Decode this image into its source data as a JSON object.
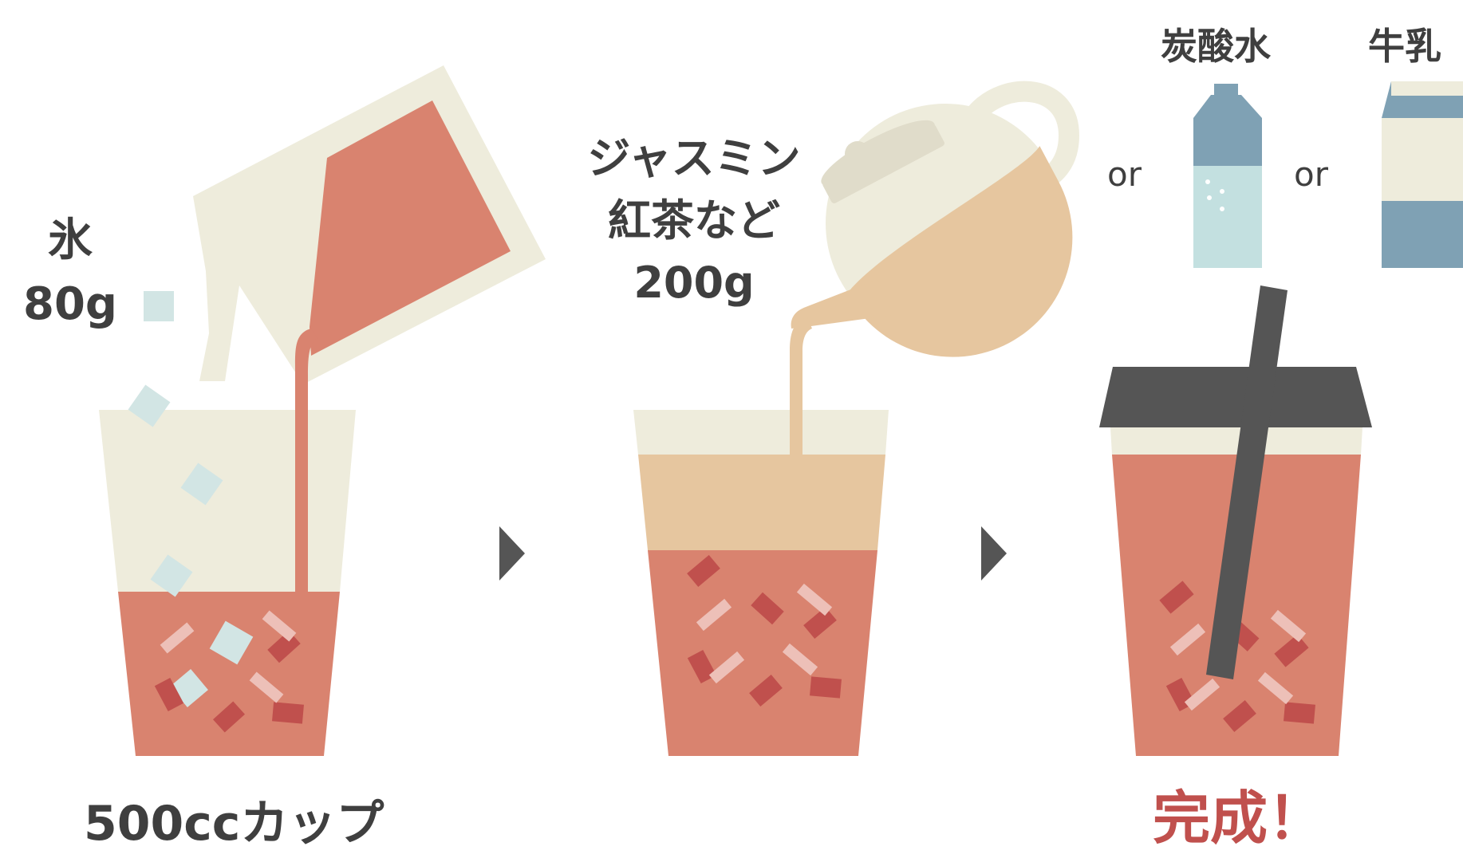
{
  "colors": {
    "cream": "#eeecdc",
    "tea": "#d9836f",
    "tea_dark": "#c0504d",
    "tea_light": "#edc0b8",
    "ice": "#d2e5e4",
    "brew": "#e6c69f",
    "lid": "#555555",
    "soda_cap": "#7fa1b4",
    "soda_body": "#c3e0e0",
    "milk_blue": "#7fa1b4",
    "milk_cream": "#eeecdc",
    "text": "#3f3f3f",
    "accent": "#c0504d"
  },
  "step1": {
    "ice_label": "氷",
    "ice_amount": "80g",
    "cup_label": "500ccカップ"
  },
  "step2": {
    "tea_line1": "ジャスミン",
    "tea_line2": "紅茶など",
    "tea_amount": "200g"
  },
  "step3": {
    "option_soda": "炭酸水",
    "option_milk": "牛乳",
    "or_label": "or",
    "done_label": "完成！"
  },
  "icons": [
    "arrow-right-icon",
    "pitcher-icon",
    "teapot-icon",
    "soda-bottle-icon",
    "milk-carton-icon",
    "straw-icon"
  ]
}
